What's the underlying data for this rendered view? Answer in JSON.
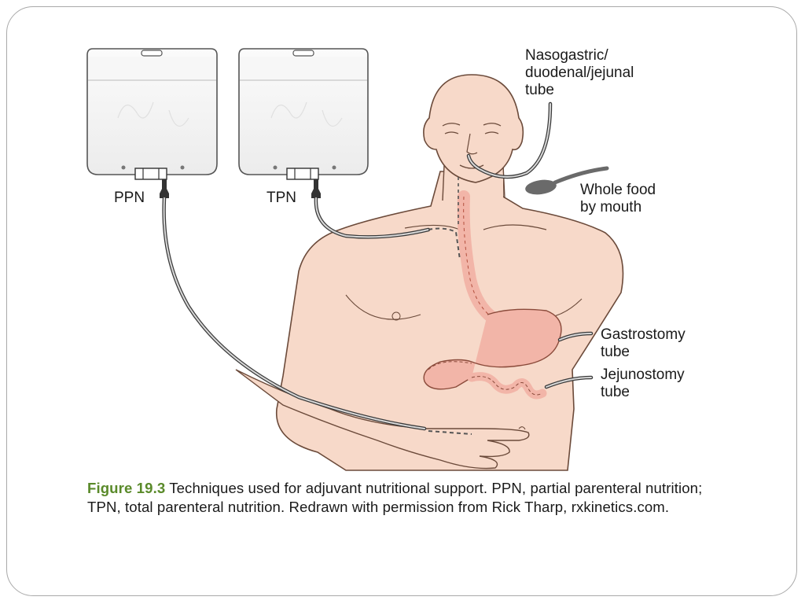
{
  "figure": {
    "labels": {
      "bag_left": "PPN",
      "bag_right": "TPN",
      "nasogastric": [
        "Nasogastric/",
        "duodenal/jejunal",
        "tube"
      ],
      "whole_food": [
        "Whole food",
        "by mouth"
      ],
      "gastrostomy": [
        "Gastrostomy",
        "tube"
      ],
      "jejunostomy": [
        "Jejunostomy",
        "tube"
      ]
    },
    "caption": {
      "figure_number": "Figure 19.3",
      "text": " Techniques used for adjuvant nutritional support. PPN, partial parenteral nutrition; TPN, total parenteral nutrition. Redrawn with permission from Rick Tharp, rxkinetics.com."
    }
  },
  "colors": {
    "skin": "#f7d9c9",
    "skin_outline": "#6b4a3a",
    "organ": "#f2b5a8",
    "caption_accent": "#5a8a2a"
  }
}
